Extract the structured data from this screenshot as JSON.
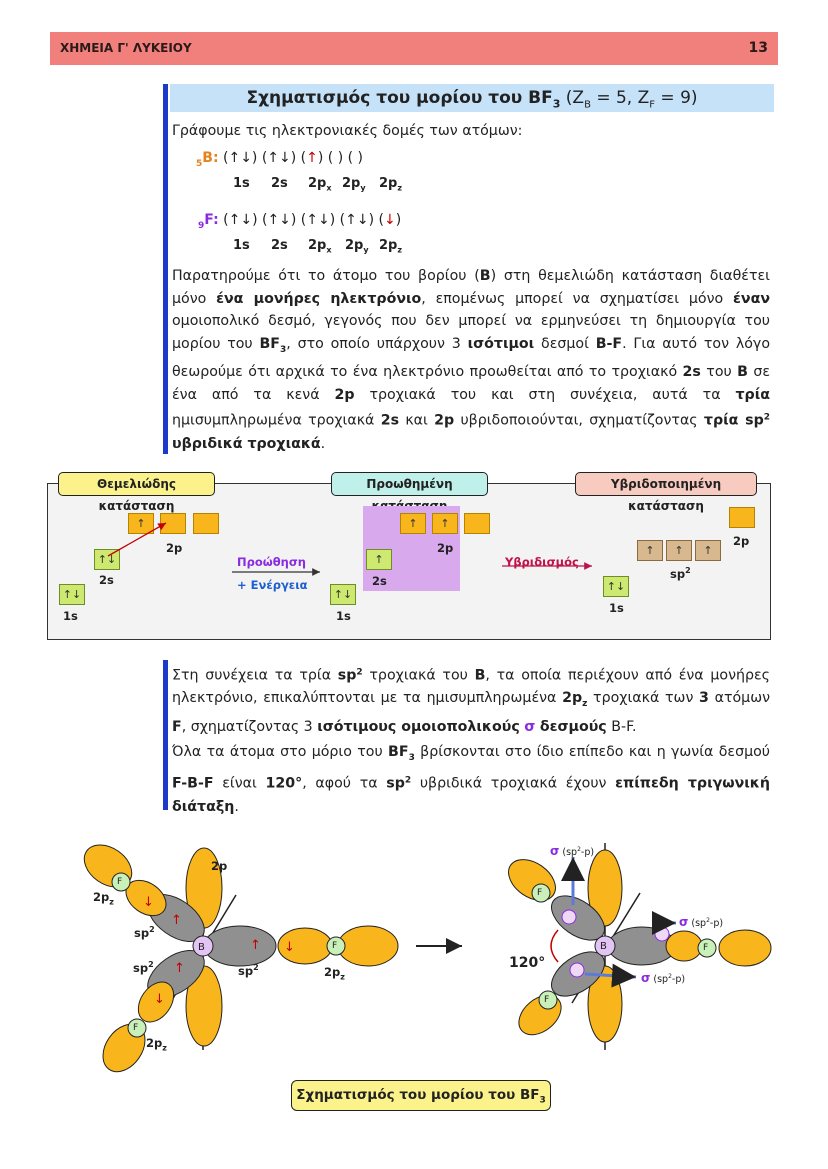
{
  "header": {
    "title": "ΧΗΜΕΙΑ Γ' ΛΥΚΕΙΟΥ",
    "page": "13"
  },
  "section": {
    "title_main": "Σχηματισμός του μορίου του BF",
    "title_sub": "3",
    "title_params": " (Z",
    "zb_sub": "B",
    "zb_val": " = 5, Z",
    "zf_sub": "F",
    "zf_val": " = 9)"
  },
  "intro": "Γράφουμε τις ηλεκτρονιακές δομές των ατόμων:",
  "boron": {
    "label": "B",
    "sub": "5",
    "boxes": "(↑↓)  (↑↓)   (",
    "red_arrow": "↑",
    "rest": ")  (  )  (  )",
    "orbitals": [
      "1s",
      "2s",
      "2p",
      "2p",
      "2p"
    ],
    "orb_sub": [
      "",
      "",
      "x",
      "y",
      "z"
    ]
  },
  "fluorine": {
    "label": "F",
    "sub": "9",
    "boxes": "(↑↓)  (↑↓)  (↑↓) (↑↓)  (",
    "red_arrow": "↓",
    "rest": ")",
    "orbitals": [
      "1s",
      "2s",
      "2p",
      "2p",
      "2p"
    ],
    "orb_sub": [
      "",
      "",
      "x",
      "y",
      "z"
    ]
  },
  "para1": {
    "s1": "Παρατηρούμε ότι το άτομο του βορίου (",
    "b1": "B",
    "s2": ") στη θεμελιώδη κατάσταση διαθέτει μόνο ",
    "b2": "ένα μονήρες ηλεκτρόνιο",
    "s3": ", επομένως μπορεί να σχηματίσει μόνο ",
    "b3": "έναν",
    "s4": " ομοιοπολικό δεσμό, γεγονός που δεν μπορεί να ερμηνεύσει τη δημιουργία του μορίου του ",
    "b4": "BF",
    "b4sub": "3",
    "s5": ", στο οποίο υπάρχουν 3 ",
    "b5": "ισότιμοι",
    "s6": " δεσμοί ",
    "b6": "B-F",
    "s7": ". Για αυτό τον λόγο θεωρούμε ότι αρχικά το ένα ηλεκτρόνιο προωθείται από το τροχιακό ",
    "b7": "2s",
    "s8": " του ",
    "b8": "B",
    "s9": " σε ένα από τα κενά ",
    "b9": "2p",
    "s10": " τροχιακά του και στη συνέχεια, αυτά τα ",
    "b10": "τρία",
    "s11": " ημισυμπληρωμένα τροχιακά ",
    "b11": "2s",
    "s12": " και ",
    "b12": "2p",
    "s13": " υβριδοποιούνται, σχηματίζοντας ",
    "b13": "τρία sp",
    "b13sup": "2",
    "b13b": " υβριδικά τροχιακά",
    "s14": "."
  },
  "diagram": {
    "tag1": "Θεμελιώδης κατάσταση",
    "tag2": "Προωθημένη κατάσταση",
    "tag3": "Υβριδοποιημένη κατάσταση",
    "up": "↑",
    "updown": "↑↓",
    "l_1s": "1s",
    "l_2s": "2s",
    "l_2p": "2p",
    "l_sp2": "sp",
    "l_sp2_sup": "2",
    "promotion": "Προώθηση",
    "energy": "+ Ενέργεια",
    "hybridization": "Υβριδισμός",
    "colors": {
      "orange": "#f9b61c",
      "green": "#cde96f",
      "tan": "#d8b98f",
      "purple": "#d9a9ee",
      "promo_text": "#8a2be2",
      "energy_text": "#1d5fd0",
      "hyb_text": "#c0124a"
    }
  },
  "para2": {
    "s1": "Στη συνέχεια τα τρία ",
    "b1": "sp",
    "b1sup": "2",
    "s2": " τροχιακά του ",
    "b2": "B",
    "s3": ", τα οποία περιέχουν από ένα μονήρες ηλεκτρόνιο, επικαλύπτονται με τα ημισυμπληρωμένα ",
    "b3": "2p",
    "b3sub": "z",
    "s4": " τροχιακά των ",
    "b4": "3",
    "s5": " ατόμων ",
    "b5": "F",
    "s6": ", σχηματίζοντας 3 ",
    "b6": "ισότιμους ομοιοπολικούς",
    "sig": "σ",
    "b7": "δεσμούς",
    "s7": " B-F."
  },
  "para3": {
    "s1": "Όλα τα άτομα στο μόριο του ",
    "b1": "BF",
    "b1sub": "3",
    "s2": " βρίσκονται στο ίδιο επίπεδο και η γωνία δεσμού ",
    "b2": "F-B-F",
    "s3": " είναι ",
    "b3": "120°",
    "s4": ", αφού τα ",
    "b4": "sp",
    "b4sup": "2",
    "s5": " υβριδικά τροχιακά έχουν ",
    "b5": "επίπεδη τριγωνική διάταξη",
    "s6": "."
  },
  "figure": {
    "B": "B",
    "F": "F",
    "l_2p": "2p",
    "l_2pz": "2p",
    "l_z": "z",
    "l_sp": "sp",
    "l_sup": "2",
    "angle": "120°",
    "sigma": "σ",
    "sigma_label": "(sp",
    "sigma_sup": "2",
    "sigma_end": "-p)",
    "arrow_up": "↑",
    "arrow_down": "↓",
    "arrow_left": "↓"
  },
  "caption": {
    "text": "Σχηματισμός του μορίου του BF",
    "sub": "3"
  }
}
